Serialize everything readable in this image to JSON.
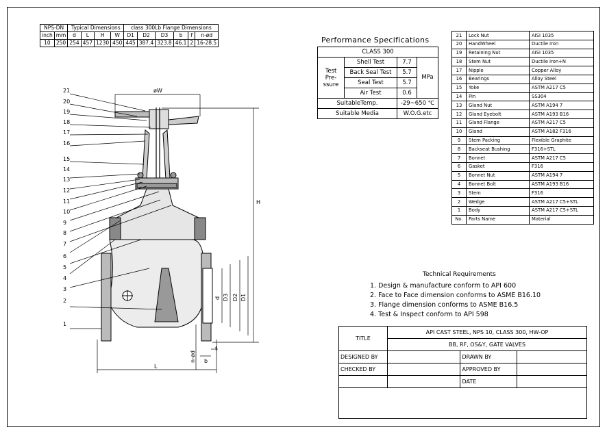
{
  "dimensions_table": {
    "head_nps_dn": "NPS-DN",
    "head_typical": "Typical Dimensions",
    "head_flange": "class 300Lb Flange Dimensions",
    "columns": [
      "inch",
      "mm",
      "d",
      "L",
      "H",
      "W",
      "D1",
      "D2",
      "D3",
      "b",
      "f",
      "n-ød"
    ],
    "values": [
      "10",
      "250",
      "254",
      "457",
      "1230",
      "450",
      "445",
      "387.4",
      "323.8",
      "46.1",
      "2",
      "16-28.5"
    ]
  },
  "performance": {
    "title": "Performance Specifications",
    "class_label": "CLASS 300",
    "test_pressure_label": "Test Pre- ssure",
    "unit": "MPa",
    "rows": [
      {
        "label": "Shell Test",
        "value": "7.7"
      },
      {
        "label": "Back Seal Test",
        "value": "5.7"
      },
      {
        "label": "Seal Test",
        "value": "5.7"
      },
      {
        "label": "Air Test",
        "value": "0.6"
      }
    ],
    "suitable_temp_label": "SuitableTemp.",
    "suitable_temp_value": "-29~650 ℃",
    "suitable_media_label": "Suitable Media",
    "suitable_media_value": "W.O.G.etc"
  },
  "parts": {
    "header_no": "No.",
    "header_name": "Parts Name",
    "header_material": "Material",
    "rows": [
      {
        "no": "21",
        "name": "Lock Nut",
        "material": "AISI 1035"
      },
      {
        "no": "20",
        "name": "HandWheel",
        "material": "Ductile Iron"
      },
      {
        "no": "19",
        "name": "Retaining Nut",
        "material": "AISI 1035"
      },
      {
        "no": "18",
        "name": "Stem Nut",
        "material": "Ductile Iron+N"
      },
      {
        "no": "17",
        "name": "Nipple",
        "material": "Copper Alloy"
      },
      {
        "no": "16",
        "name": "Bearings",
        "material": "Alloy Steel"
      },
      {
        "no": "15",
        "name": "Yoke",
        "material": "ASTM A217 C5"
      },
      {
        "no": "14",
        "name": "Pin",
        "material": "SS304"
      },
      {
        "no": "13",
        "name": "Gland Nut",
        "material": "ASTM A194 7"
      },
      {
        "no": "12",
        "name": "Gland Eyebolt",
        "material": "ASTM A193 B16"
      },
      {
        "no": "11",
        "name": "Gland Flange",
        "material": "ASTM A217 C5"
      },
      {
        "no": "10",
        "name": "Gland",
        "material": "ASTM A182 F316"
      },
      {
        "no": "9",
        "name": "Stem Packing",
        "material": "Flexible Graphite"
      },
      {
        "no": "8",
        "name": "Backseat Bushing",
        "material": "F316+STL"
      },
      {
        "no": "7",
        "name": "Bonnet",
        "material": "ASTM A217 C5"
      },
      {
        "no": "6",
        "name": "Gasket",
        "material": "F316"
      },
      {
        "no": "5",
        "name": "Bonnet Nut",
        "material": "ASTM A194 7"
      },
      {
        "no": "4",
        "name": "Bonnet Bolt",
        "material": "ASTM A193 B16"
      },
      {
        "no": "3",
        "name": "Stem",
        "material": "F316"
      },
      {
        "no": "2",
        "name": "Wedge",
        "material": "ASTM A217 C5+STL"
      },
      {
        "no": "1",
        "name": "Body",
        "material": "ASTM A217 C5+STL"
      }
    ]
  },
  "technical": {
    "title": "Technical Requirements",
    "items": [
      "1. Design & manufacture conform to API 600",
      "2. Face to Face dimension conforms to ASME B16.10",
      "3. Flange dimension conforms to ASME B16.5",
      "4. Test & Inspect conform to API 598"
    ]
  },
  "title_block": {
    "title_label": "TITLE",
    "title_line1": "API CAST STEEL, NPS 10, CLASS 300, HW-OP",
    "title_line2": "BB, RF, OS&Y, GATE VALVES",
    "designed_by": "DESIGNED BY",
    "drawn_by": "DRAWN BY",
    "checked_by": "CHECKED BY",
    "approved_by": "APPROVED BY",
    "date": "DATE"
  },
  "drawing": {
    "callouts": [
      "21",
      "20",
      "19",
      "18",
      "17",
      "16",
      "15",
      "14",
      "13",
      "12",
      "11",
      "10",
      "9",
      "8",
      "7",
      "6",
      "5",
      "4",
      "3",
      "2",
      "1"
    ],
    "dim_W": "øW",
    "dim_H": "H",
    "dim_L": "L",
    "dim_d": "d",
    "dim_D3": "D3",
    "dim_D2": "D2",
    "dim_D1": "D1",
    "dim_b": "b",
    "dim_f": "f",
    "dim_nd": "n-ød"
  }
}
